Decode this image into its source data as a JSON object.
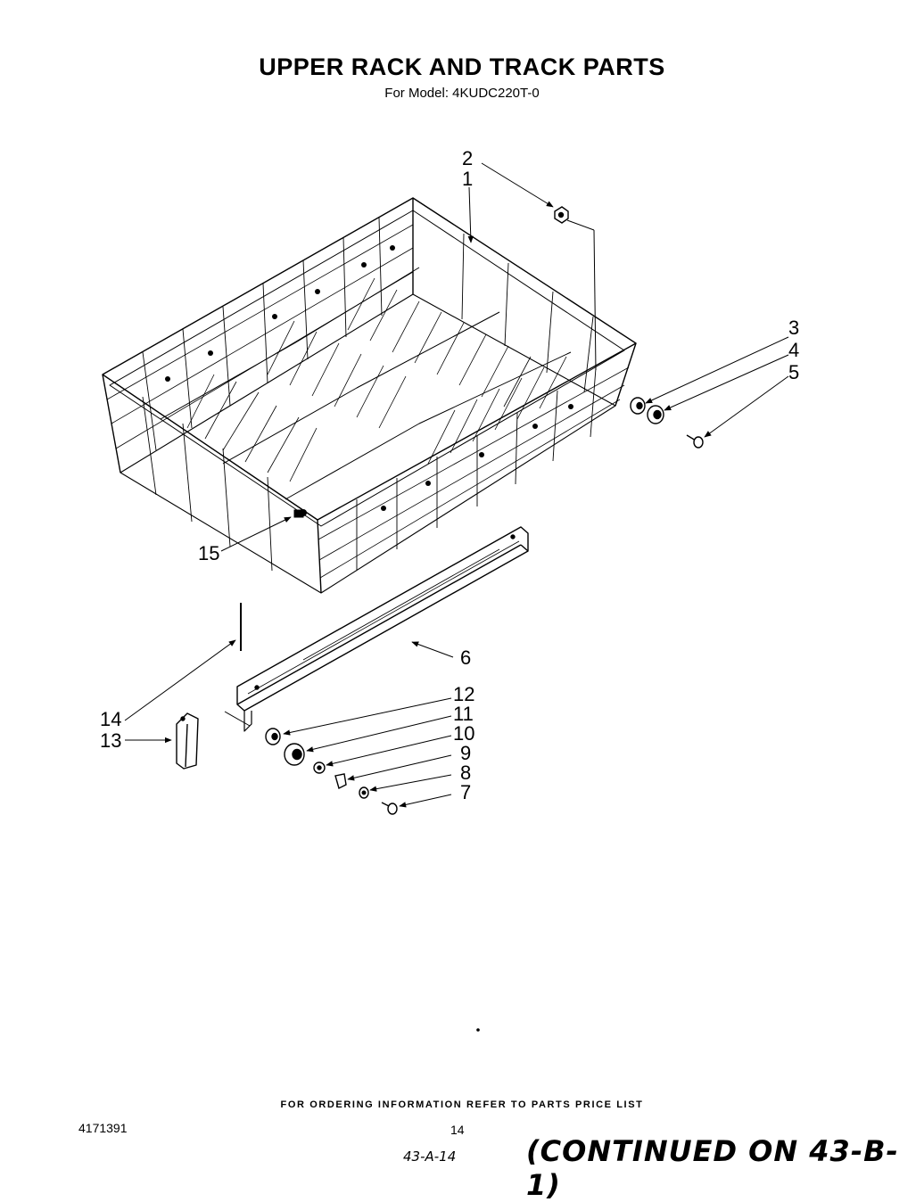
{
  "header": {
    "title": "UPPER RACK AND TRACK PARTS",
    "subtitle": "For Model: 4KUDC220T-0"
  },
  "diagram": {
    "callouts": [
      {
        "id": "1",
        "label": "1"
      },
      {
        "id": "2",
        "label": "2"
      },
      {
        "id": "3",
        "label": "3"
      },
      {
        "id": "4",
        "label": "4"
      },
      {
        "id": "5",
        "label": "5"
      },
      {
        "id": "6",
        "label": "6"
      },
      {
        "id": "7",
        "label": "7"
      },
      {
        "id": "8",
        "label": "8"
      },
      {
        "id": "9",
        "label": "9"
      },
      {
        "id": "10",
        "label": "10"
      },
      {
        "id": "11",
        "label": "11"
      },
      {
        "id": "12",
        "label": "12"
      },
      {
        "id": "13",
        "label": "13"
      },
      {
        "id": "14",
        "label": "14"
      },
      {
        "id": "15",
        "label": "15"
      }
    ]
  },
  "footer": {
    "ordering_note": "FOR ORDERING INFORMATION REFER TO PARTS PRICE LIST",
    "doc_number": "4171391",
    "page_number": "14",
    "handwritten_ref": "43-A-14",
    "continued": "(CONTINUED ON 43-B-1)"
  }
}
